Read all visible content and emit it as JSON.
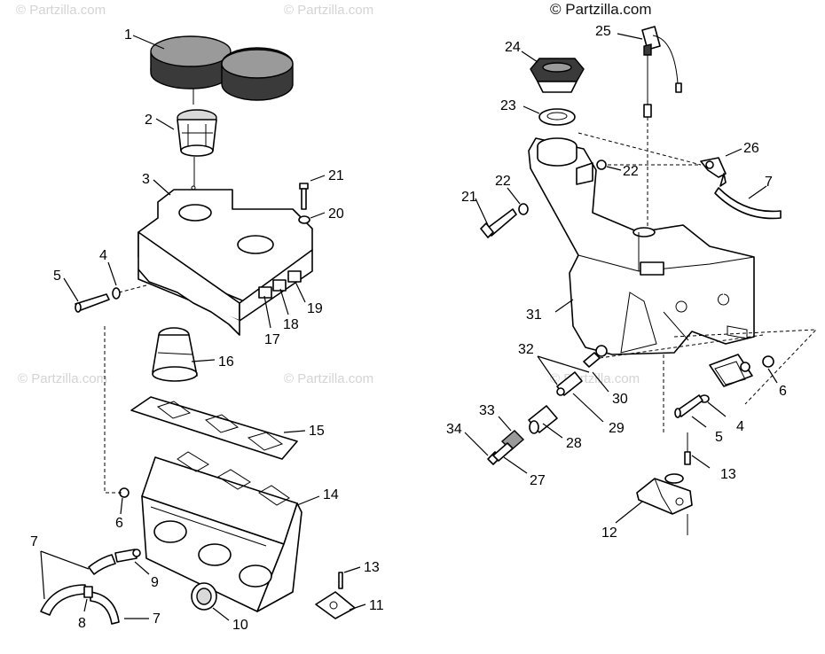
{
  "copyright": "© Partzilla.com",
  "watermarks": [
    "© Partzilla.com",
    "© Partzilla.com",
    "© Partzilla.com",
    "© Partzilla.com",
    "© Partzilla.com"
  ],
  "left_callouts": [
    "1",
    "2",
    "3",
    "21",
    "20",
    "4",
    "5",
    "19",
    "18",
    "17",
    "16",
    "15",
    "14",
    "6",
    "7",
    "8",
    "9",
    "7",
    "10",
    "13",
    "11"
  ],
  "right_callouts": [
    "24",
    "25",
    "23",
    "22",
    "26",
    "7",
    "22",
    "21",
    "31",
    "32",
    "30",
    "33",
    "29",
    "34",
    "28",
    "27",
    "6",
    "4",
    "5",
    "13",
    "12"
  ],
  "colors": {
    "ink": "#000000",
    "filter_fill": "#3a3a3a",
    "watermark": "#d4d4d4"
  }
}
